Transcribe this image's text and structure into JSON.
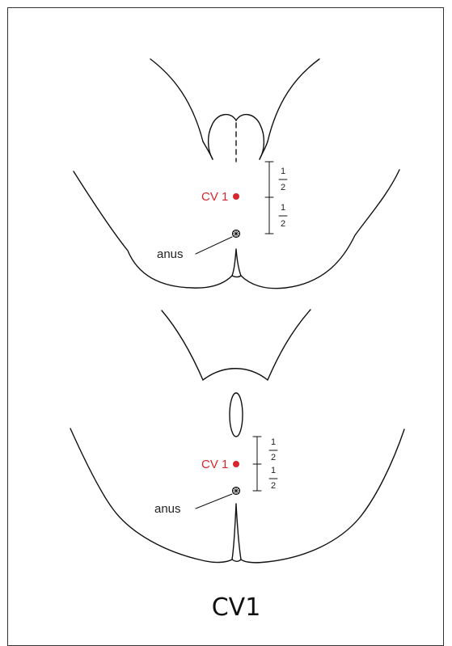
{
  "title": "CV1",
  "colors": {
    "point": "#d7262e",
    "line": "#111111"
  },
  "diagrams": [
    {
      "point_label": "CV 1",
      "anus_label": "anus",
      "measure_top": {
        "num": "1",
        "den": "2"
      },
      "measure_bottom": {
        "num": "1",
        "den": "2"
      }
    },
    {
      "point_label": "CV 1",
      "anus_label": "anus",
      "measure_top": {
        "num": "1",
        "den": "2"
      },
      "measure_bottom": {
        "num": "1",
        "den": "2"
      }
    }
  ]
}
